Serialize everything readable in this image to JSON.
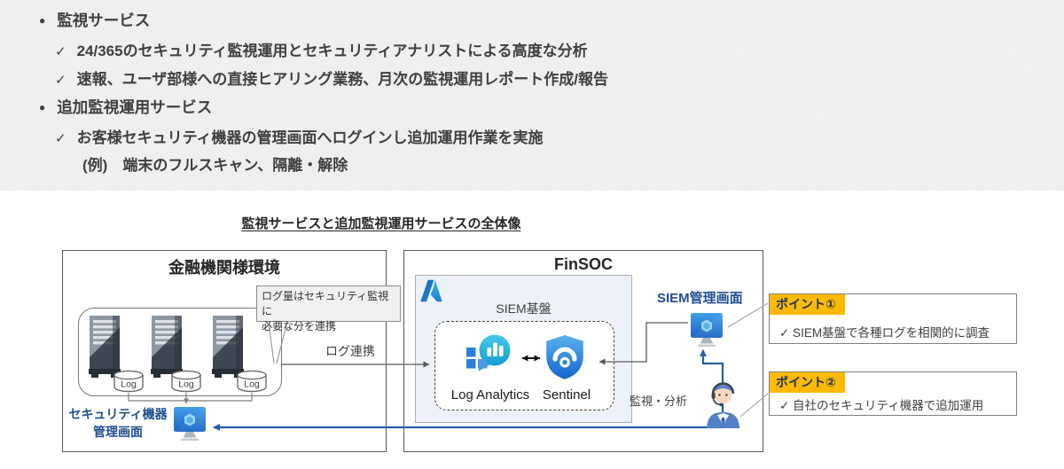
{
  "colors": {
    "panel_bg": "#efefef",
    "body_text": "#3f3f3f",
    "box_border": "#595959",
    "blue_label": "#1f4e91",
    "blue_arrow": "#2160a6",
    "point_header_bg": "#ffb900",
    "point_header_text": "#1f3864",
    "siem_box_bg": "#edf1f8",
    "monitor_blue": "#2b7de0",
    "sentinel_blue": "#2f86dc",
    "log_analytics_teal": "#2bb8df"
  },
  "gray_panel": {
    "rows": [
      {
        "marker": "●",
        "text": "監視サービス"
      },
      {
        "marker": "✓",
        "text": "24/365のセキュリティ監視運用とセキュリティアナリストによる高度な分析"
      },
      {
        "marker": "✓",
        "text": "速報、ユーザ部様への直接ヒアリング業務、月次の監視運用レポート作成/報告"
      },
      {
        "marker": "●",
        "text": "追加監視運用サービス"
      },
      {
        "marker": "✓",
        "text": "お客様セキュリティ機器の管理画面へログインし追加運用作業を実施"
      },
      {
        "marker": "",
        "text": "(例)　端末のフルスキャン、隔離・解除"
      }
    ]
  },
  "diagram": {
    "title": "監視サービスと追加監視運用サービスの全体像",
    "customer": {
      "title": "金融機関様環境",
      "log_label": "Log",
      "callout": [
        "ログ量はセキュリティ監視に",
        "必要な分を連携"
      ],
      "screen_label": [
        "セキュリティ機器",
        "管理画面"
      ]
    },
    "log_link_label": "ログ連携",
    "finsoc": {
      "title": "FinSOC",
      "siem_title": "SIEM基盤",
      "log_analytics_label": "Log Analytics",
      "sentinel_label": "Sentinel",
      "siem_screen_label": "SIEM管理画面",
      "monitor_analysis_label": "監視・分析"
    },
    "points": [
      {
        "header": "ポイント①",
        "text": "✓ SIEM基盤で各種ログを相関的に調査"
      },
      {
        "header": "ポイント②",
        "text": "✓ 自社のセキュリティ機器で追加運用"
      }
    ]
  }
}
